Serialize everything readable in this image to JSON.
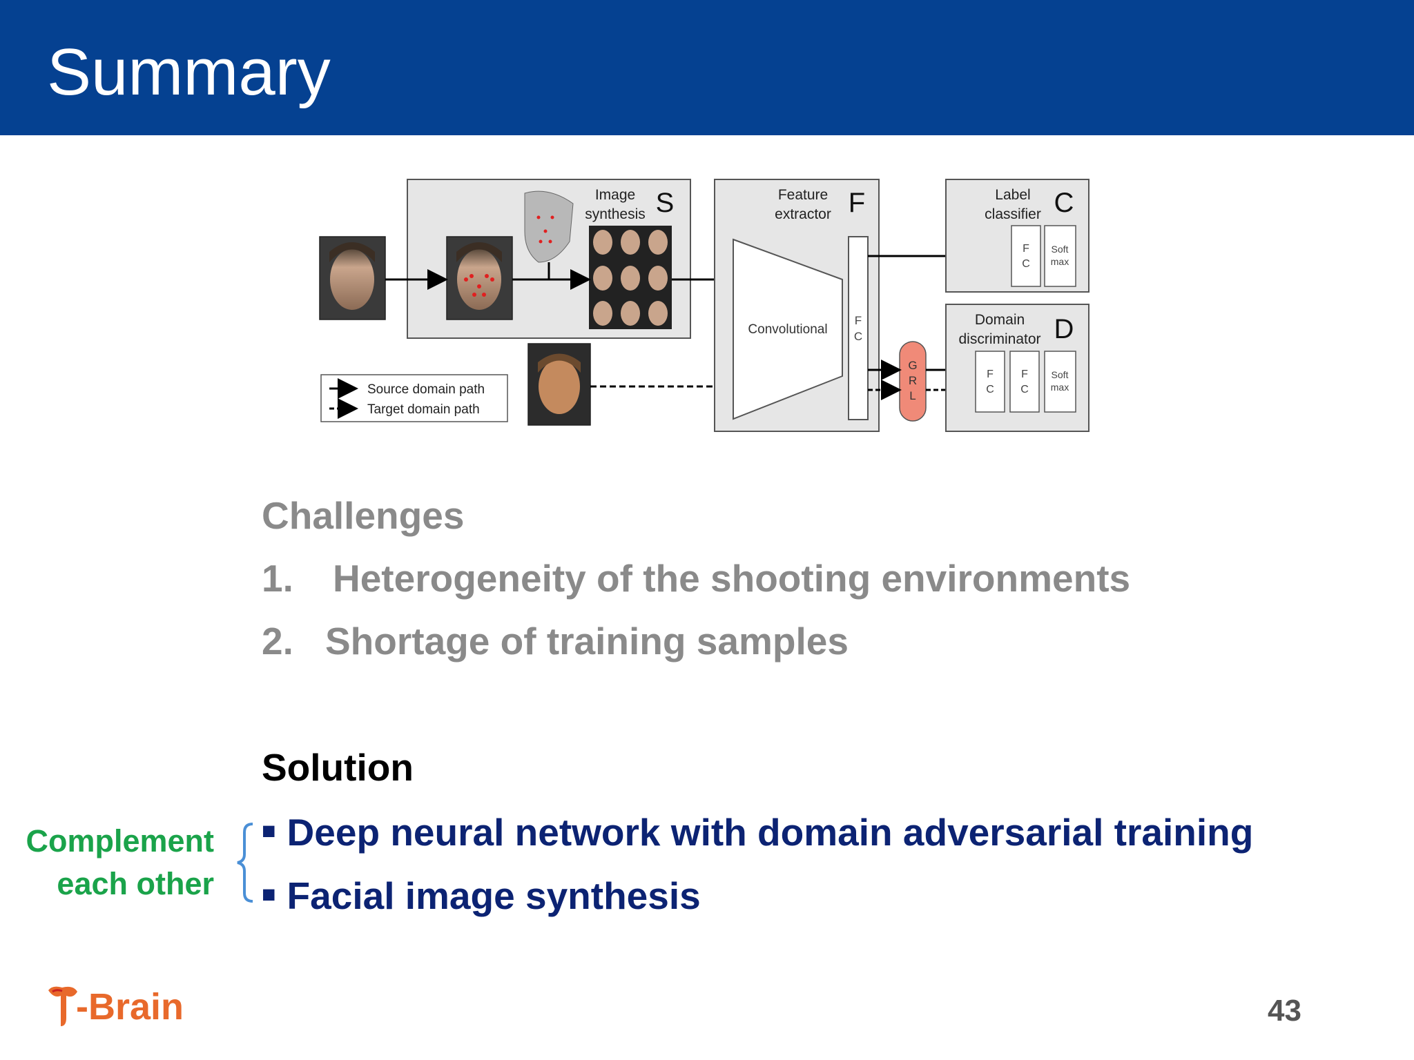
{
  "slide": {
    "title": "Summary",
    "page_number": "43",
    "logo_text": "-Brain"
  },
  "diagram": {
    "synthesis_label_1": "Image",
    "synthesis_label_2": "synthesis",
    "synthesis_letter": "S",
    "feature_label_1": "Feature",
    "feature_label_2": "extractor",
    "feature_letter": "F",
    "conv_label": "Convolutional",
    "fc_top": "F",
    "fc_bottom": "C",
    "label_label_1": "Label",
    "label_label_2": "classifier",
    "label_letter": "C",
    "domain_label_1": "Domain",
    "domain_label_2": "discriminator",
    "domain_letter": "D",
    "softmax_1": "Soft",
    "softmax_2": "max",
    "grl_g": "G",
    "grl_r": "R",
    "grl_l": "L",
    "legend_source": "Source domain path",
    "legend_target": "Target domain path"
  },
  "challenges": {
    "heading": "Challenges",
    "items": [
      {
        "num": "1.",
        "text": "Heterogeneity of the shooting environments"
      },
      {
        "num": "2.",
        "text": "Shortage of training samples"
      }
    ]
  },
  "solution": {
    "heading": "Solution",
    "items": [
      "Deep neural network with domain adversarial training",
      "Facial image synthesis"
    ],
    "bullet": "■"
  },
  "annotation": {
    "line1": "Complement",
    "line2": "each other"
  },
  "colors": {
    "header": "#054191",
    "challenge_text": "#8a8a8a",
    "solution_items": "#0c2373",
    "annotation": "#1aa34a",
    "logo": "#e8692b",
    "grl": "#f08a78"
  }
}
